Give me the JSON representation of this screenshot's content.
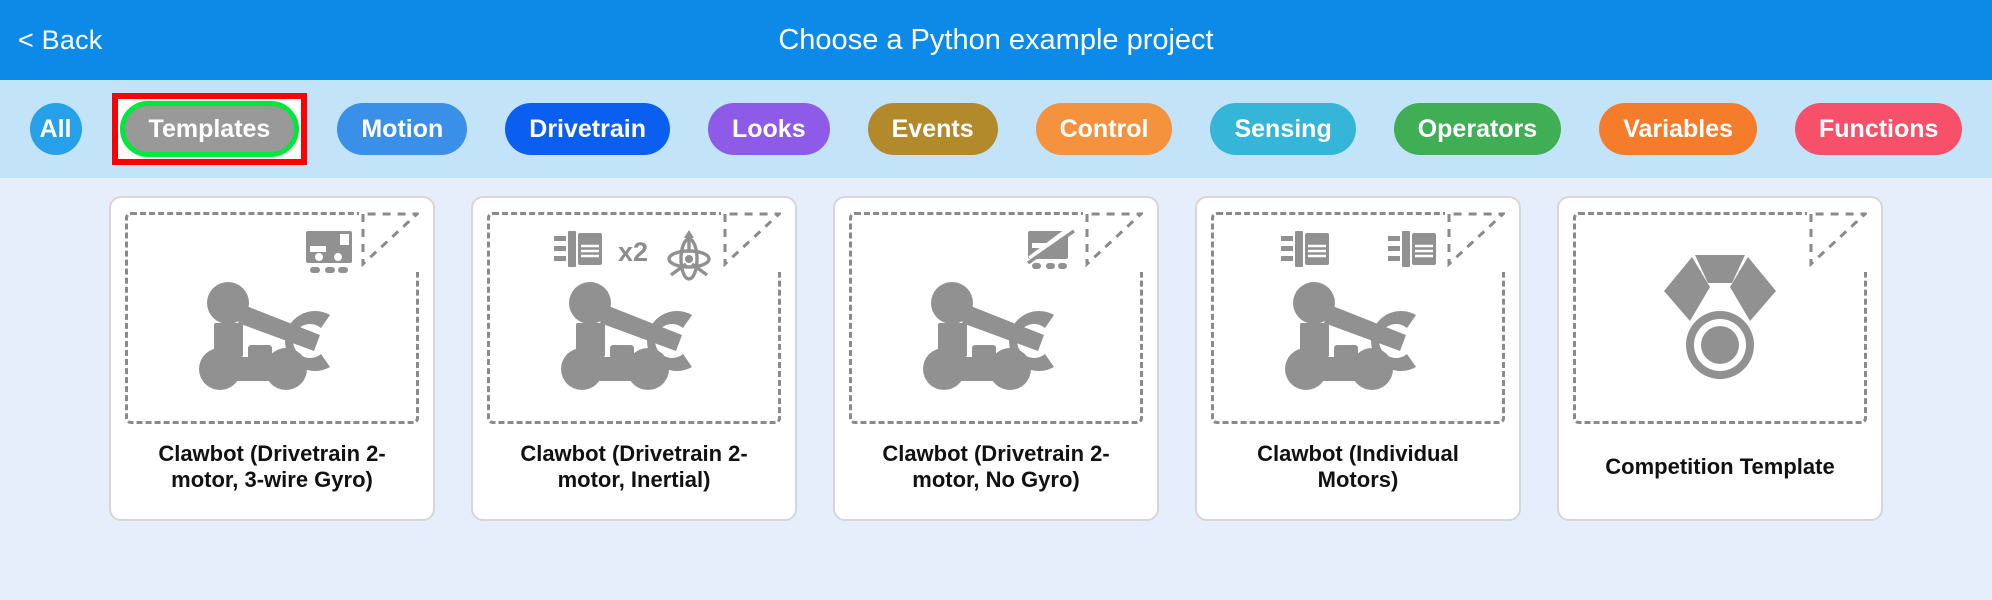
{
  "header": {
    "back_label": "< Back",
    "title": "Choose a Python example project",
    "bg_color": "#0d8ae8",
    "text_color": "#ffffff"
  },
  "chipbar": {
    "bg_color": "#c3e3f8",
    "selected": "Templates",
    "selection_highlight_color": "#ff0000",
    "selection_ring_color": "#00e83c",
    "chips": [
      {
        "label": "All",
        "color": "#26a0e8",
        "shape": "circle",
        "selected": false
      },
      {
        "label": "Templates",
        "color": "#999999",
        "shape": "pill",
        "selected": true
      },
      {
        "label": "Motion",
        "color": "#3a8fe8",
        "shape": "pill",
        "selected": false
      },
      {
        "label": "Drivetrain",
        "color": "#0b5ff0",
        "shape": "pill",
        "selected": false
      },
      {
        "label": "Looks",
        "color": "#8e5ae8",
        "shape": "pill",
        "selected": false
      },
      {
        "label": "Events",
        "color": "#b2892b",
        "shape": "pill",
        "selected": false
      },
      {
        "label": "Control",
        "color": "#f5923e",
        "shape": "pill",
        "selected": false
      },
      {
        "label": "Sensing",
        "color": "#35b6d8",
        "shape": "pill",
        "selected": false
      },
      {
        "label": "Operators",
        "color": "#3fae54",
        "shape": "pill",
        "selected": false
      },
      {
        "label": "Variables",
        "color": "#f57c2b",
        "shape": "pill",
        "selected": false
      },
      {
        "label": "Functions",
        "color": "#f7506a",
        "shape": "pill",
        "selected": false
      }
    ]
  },
  "projects": {
    "bg_color": "#e7eefb",
    "icon_color": "#919191",
    "cards": [
      {
        "label": "Clawbot (Drivetrain 2-motor, 3-wire Gyro)",
        "art": "clawbot",
        "badges": [
          "brain"
        ],
        "badge_align": "right",
        "multiplier": ""
      },
      {
        "label": "Clawbot (Drivetrain 2-motor, Inertial)",
        "art": "clawbot",
        "badges": [
          "motor",
          "inertial"
        ],
        "badge_align": "center",
        "multiplier": "x2"
      },
      {
        "label": "Clawbot (Drivetrain 2-motor, No Gyro)",
        "art": "clawbot",
        "badges": [
          "no-gyro"
        ],
        "badge_align": "right",
        "multiplier": ""
      },
      {
        "label": "Clawbot (Individual Motors)",
        "art": "clawbot",
        "badges": [
          "motor",
          "motor"
        ],
        "badge_align": "spread",
        "multiplier": ""
      },
      {
        "label": "Competition Template",
        "art": "medal",
        "badges": [],
        "badge_align": "center",
        "multiplier": ""
      }
    ]
  }
}
